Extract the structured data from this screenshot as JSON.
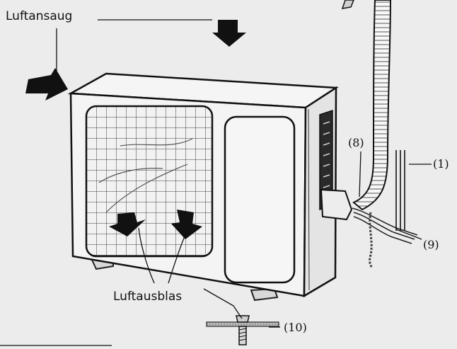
{
  "labels": {
    "air_intake": "Luftansaug",
    "air_outlet": "Luftausblas",
    "callout_1": "(1)",
    "callout_8": "(8)",
    "callout_9": "(9)",
    "callout_10": "(10)"
  }
}
